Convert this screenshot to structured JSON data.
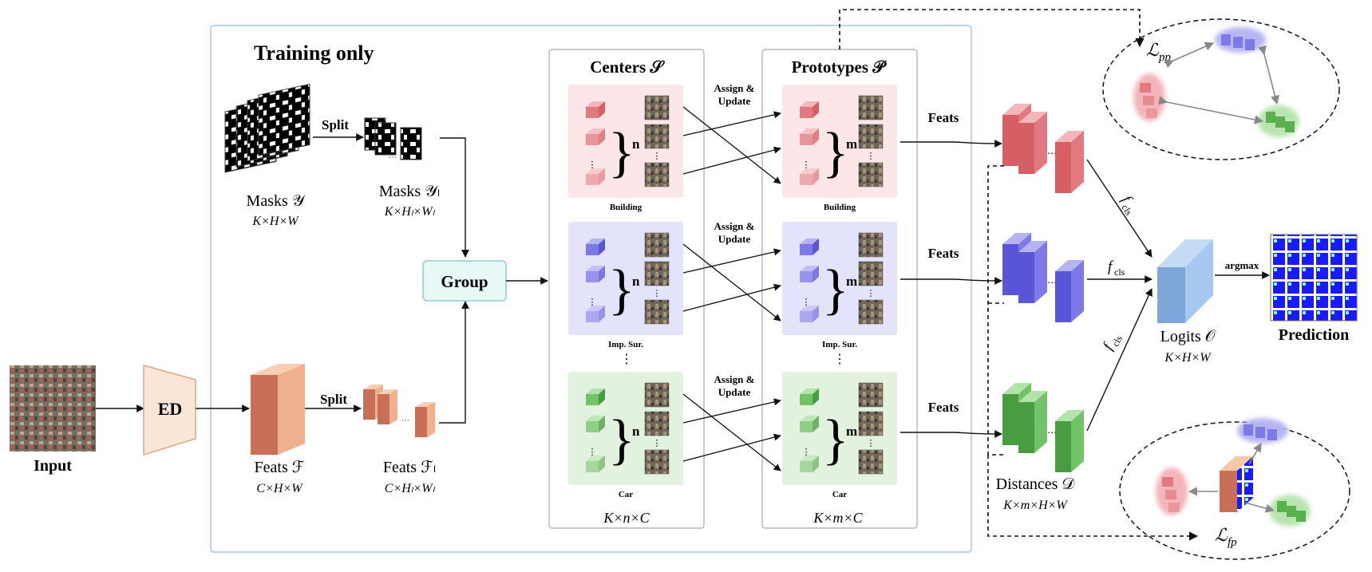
{
  "training_label": "Training only",
  "input": {
    "label": "Input"
  },
  "ed": {
    "label": "ED"
  },
  "masks": {
    "label": "Masks 𝒴",
    "dims": "K×H×W"
  },
  "masks_split": {
    "label": "Masks 𝒴ₗ",
    "dims": "K×Hₗ×Wₗ"
  },
  "feats": {
    "label": "Feats ℱ",
    "dims": "C×H×W"
  },
  "feats_split": {
    "label": "Feats ℱₗ",
    "dims": "C×Hₗ×Wₗ"
  },
  "split_label": "Split",
  "group": {
    "label": "Group"
  },
  "centers": {
    "title": "Centers 𝒮",
    "dims": "K×n×C",
    "count": "n",
    "classes": [
      "Building",
      "Imp. Sur.",
      "Car"
    ]
  },
  "prototypes": {
    "title": "Prototypes 𝒫",
    "dims": "K×m×C",
    "count": "m",
    "classes": [
      "Building",
      "Imp. Sur.",
      "Car"
    ]
  },
  "assign_update": [
    "Assign &",
    "Update"
  ],
  "ellipsis": "⋮",
  "feats_arrow": "Feats",
  "f_cls": "f",
  "f_cls_sub": "cls",
  "distances": {
    "label": "Distances 𝒟",
    "dims": "K×m×H×W"
  },
  "logits": {
    "label": "Logits 𝒪",
    "dims": "K×H×W"
  },
  "argmax": "argmax",
  "prediction": {
    "label": "Prediction"
  },
  "loss_pp": {
    "symbol": "ℒ",
    "sub": "pp"
  },
  "loss_fp": {
    "symbol": "ℒ",
    "sub": "fp"
  },
  "colors": {
    "red": "#e07a80",
    "red_bg": "#fde6e8",
    "blue": "#7d79e8",
    "blue_bg": "#e3e3fb",
    "green": "#72c267",
    "green_bg": "#e2f2df",
    "training_border": "#a9c3e6",
    "group_bg": "#e8f7f8",
    "group_border": "#8ccdd3",
    "ed_fill": "#fbe5d6",
    "ed_border": "#d9a88a",
    "feat_front": "#c96f58",
    "feat_side": "#f3b998",
    "logits": "#8fb6e6"
  }
}
